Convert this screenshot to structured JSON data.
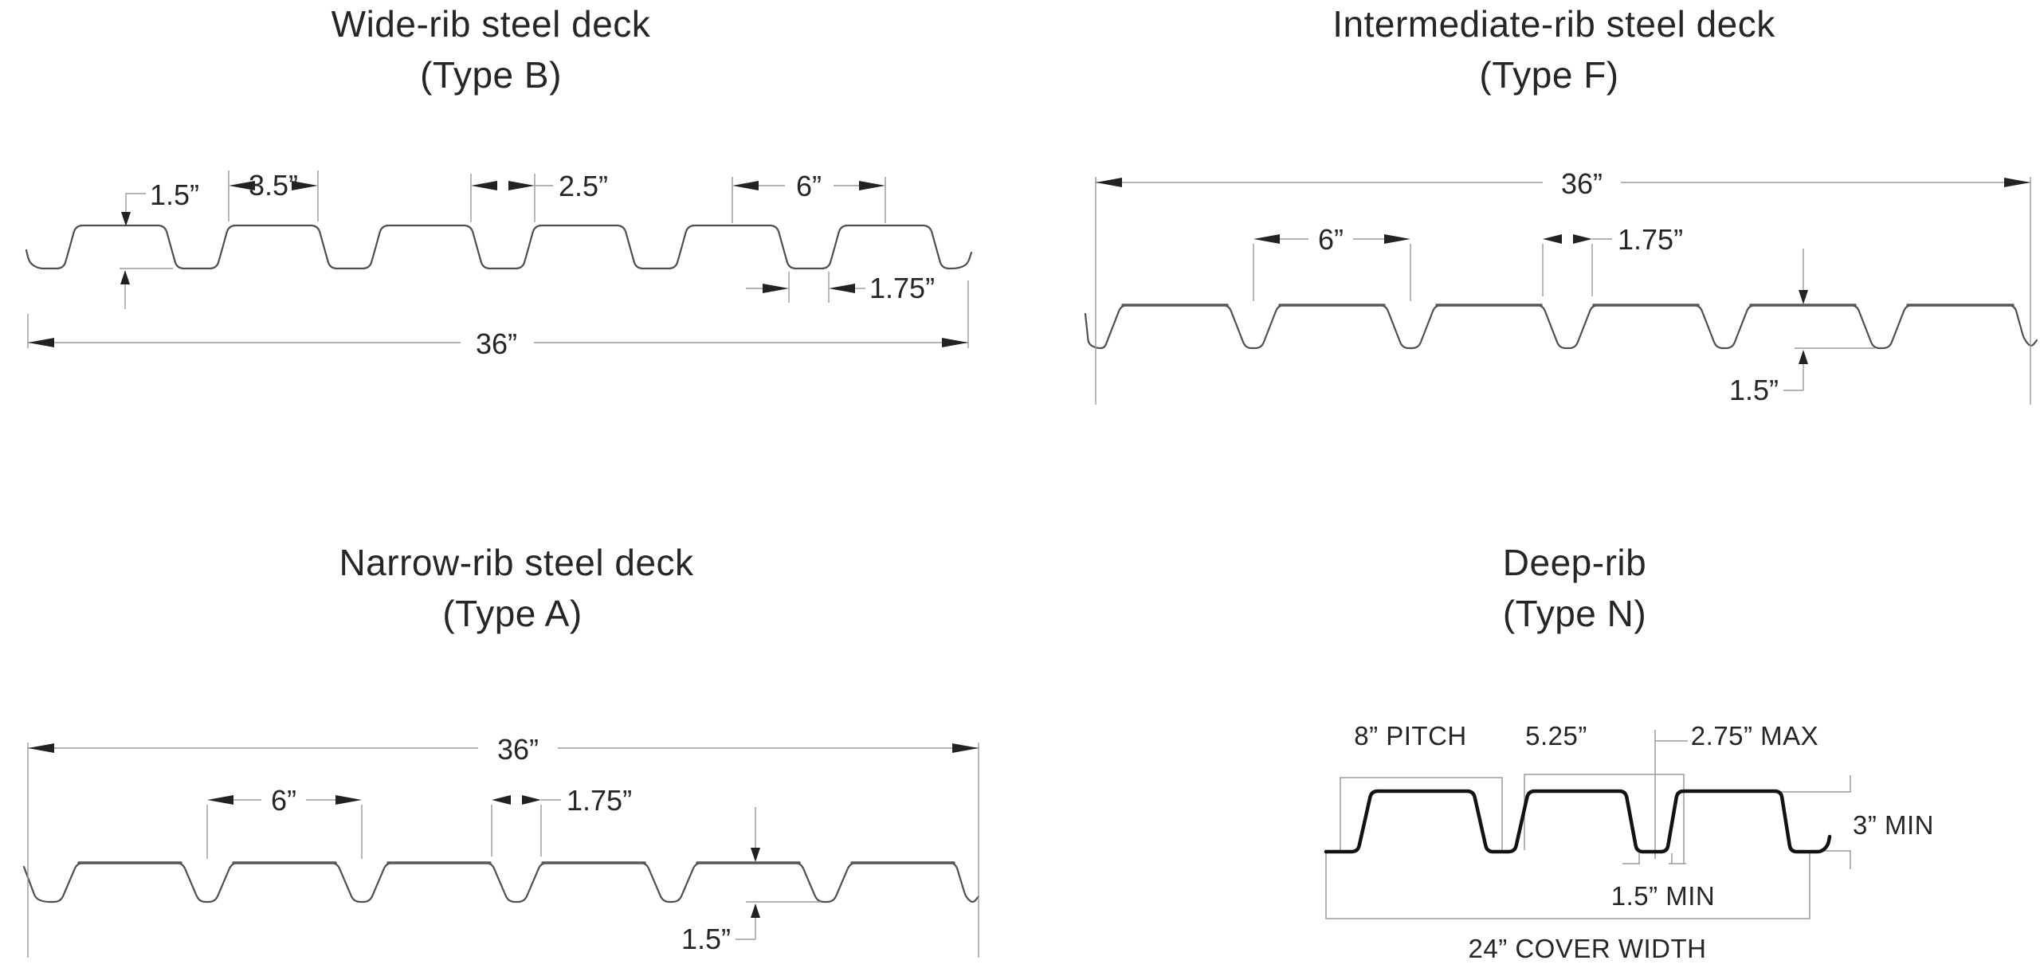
{
  "page": {
    "background": "#ffffff",
    "profile_line_color": "#4f4f4f",
    "deep_rib_line_color": "#121212",
    "dimension_line_color": "#9a9a9a",
    "text_color": "#262626"
  },
  "diagrams": {
    "wide_rib": {
      "title": "Wide-rib steel deck",
      "subtitle": "(Type B)",
      "dims": {
        "rib_height": "1.5”",
        "rib_top_width": "3.5”",
        "rib_gap": "2.5”",
        "rib_pitch": "6”",
        "valley_bottom_width": "1.75”",
        "cover_width": "36”"
      }
    },
    "intermediate_rib": {
      "title": "Intermediate-rib steel deck",
      "subtitle": "(Type F)",
      "dims": {
        "cover_width": "36”",
        "rib_pitch": "6”",
        "valley_top_width": "1.75”",
        "rib_height": "1.5”"
      }
    },
    "narrow_rib": {
      "title": "Narrow-rib steel deck",
      "subtitle": "(Type A)",
      "dims": {
        "cover_width": "36”",
        "rib_pitch": "6”",
        "valley_top_width": "1.75”",
        "rib_height": "1.5”"
      }
    },
    "deep_rib": {
      "title": "Deep-rib",
      "subtitle": "(Type N)",
      "dims": {
        "pitch": "8” PITCH",
        "rib_top_width": "5.25”",
        "valley_top_max": "2.75” MAX",
        "depth_min": "3” MIN",
        "valley_bottom_min": "1.5” MIN",
        "cover_width": "24” COVER WIDTH"
      }
    }
  }
}
